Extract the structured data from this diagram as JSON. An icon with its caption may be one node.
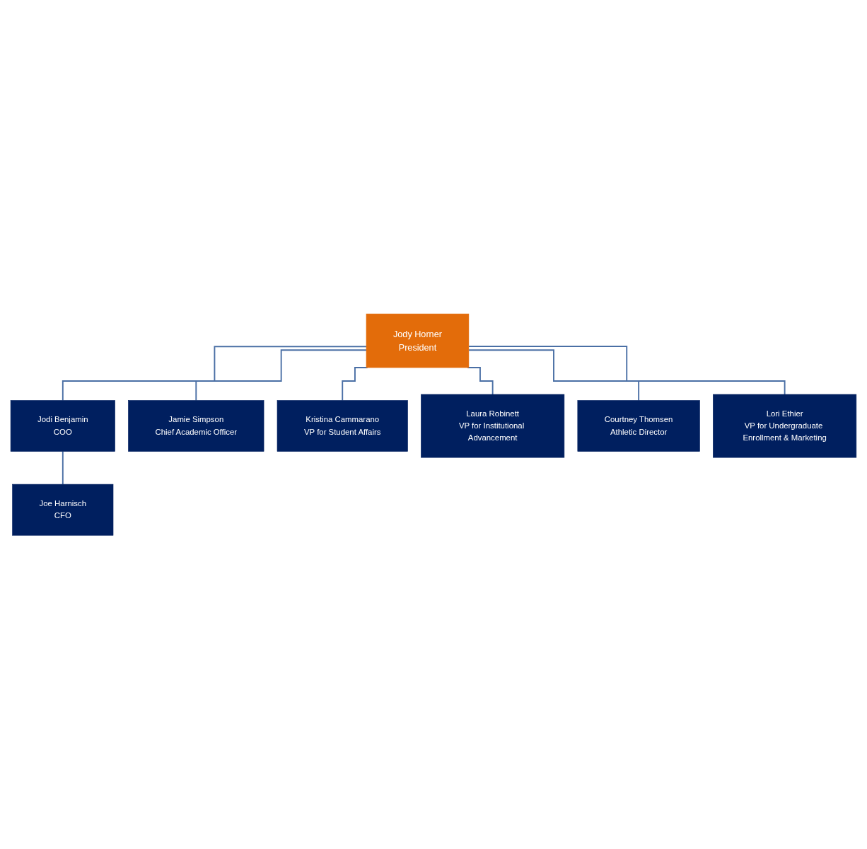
{
  "diagram": {
    "nodes": [
      {
        "text": [
          "Jody Horner",
          "President"
        ]
      },
      {
        "text": [
          "Jodi Benjamin",
          "COO"
        ]
      },
      {
        "text": [
          "Jamie Simpson",
          "Chief Academic Officer"
        ]
      },
      {
        "text": [
          "Joe Harnisch",
          "CFO"
        ]
      },
      {
        "text": [
          "Kristina Cammarano",
          "VP for Student Affairs"
        ]
      },
      {
        "text": [
          "Laura Robinett",
          "VP for Institutional Advancement"
        ]
      },
      {
        "text": [
          "Courtney Thomsen",
          "Athletic Director"
        ]
      },
      {
        "text": [
          "Lori Ethier",
          "VP for Undergraduate Enrollment & Marketing"
        ]
      }
    ],
    "edges": [
      {
        "from": 0,
        "to": 1,
        "arrow": "none"
      },
      {
        "from": 0,
        "to": 2,
        "arrow": "none"
      },
      {
        "from": 1,
        "to": 3,
        "arrow": "none"
      },
      {
        "from": 0,
        "to": 4,
        "arrow": "none"
      },
      {
        "from": 0,
        "to": 5,
        "arrow": "none"
      },
      {
        "from": 0,
        "to": 6,
        "arrow": "none"
      },
      {
        "from": 0,
        "to": 7,
        "arrow": "none"
      }
    ]
  }
}
